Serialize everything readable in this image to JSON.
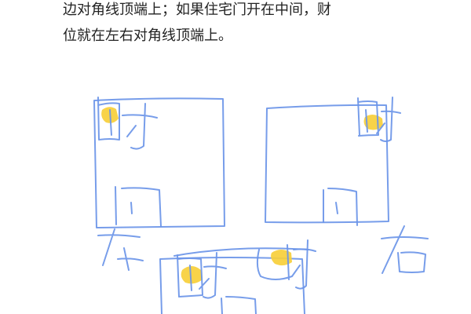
{
  "document": {
    "text_lines": [
      "边对角线顶端上；如果住宅门开在中间，财",
      "位就在左右对角线顶端上。"
    ]
  },
  "sketch": {
    "pen_color": "#6b95e8",
    "highlight_color": "#f7cf3a",
    "handwritten_glyphs": [
      "财",
      "门",
      "财",
      "门",
      "左",
      "财",
      "财",
      "右"
    ]
  }
}
